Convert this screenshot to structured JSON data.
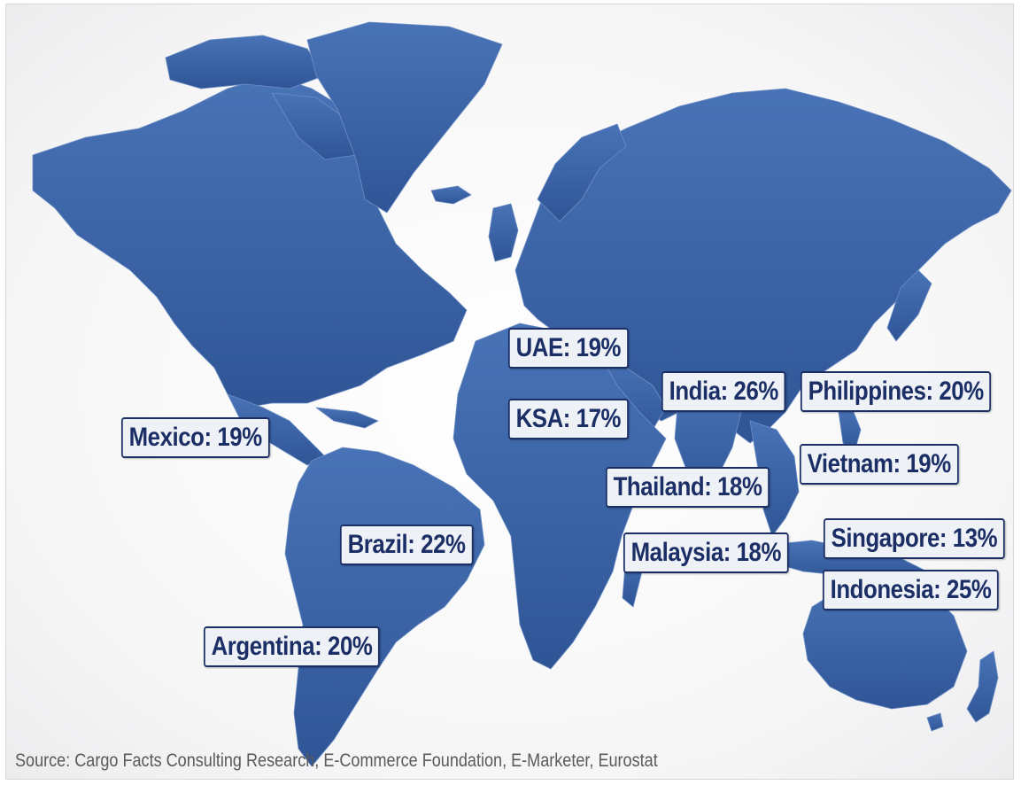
{
  "map": {
    "labels": [
      {
        "id": "uae",
        "text": "UAE: 19%",
        "country": "UAE",
        "value": 19
      },
      {
        "id": "ksa",
        "text": "KSA: 17%",
        "country": "KSA",
        "value": 17
      },
      {
        "id": "india",
        "text": "India: 26%",
        "country": "India",
        "value": 26
      },
      {
        "id": "philippines",
        "text": "Philippines: 20%",
        "country": "Philippines",
        "value": 20
      },
      {
        "id": "mexico",
        "text": "Mexico: 19%",
        "country": "Mexico",
        "value": 19
      },
      {
        "id": "vietnam",
        "text": "Vietnam: 19%",
        "country": "Vietnam",
        "value": 19
      },
      {
        "id": "thailand",
        "text": "Thailand: 18%",
        "country": "Thailand",
        "value": 18
      },
      {
        "id": "brazil",
        "text": "Brazil: 22%",
        "country": "Brazil",
        "value": 22
      },
      {
        "id": "malaysia",
        "text": "Malaysia: 18%",
        "country": "Malaysia",
        "value": 18
      },
      {
        "id": "singapore",
        "text": "Singapore: 13%",
        "country": "Singapore",
        "value": 13
      },
      {
        "id": "indonesia",
        "text": "Indonesia: 25%",
        "country": "Indonesia",
        "value": 25
      },
      {
        "id": "argentina",
        "text": "Argentina: 20%",
        "country": "Argentina",
        "value": 20
      }
    ],
    "source": "Source: Cargo Facts Consulting Research, E-Commerce Foundation, E-Marketer, Eurostat",
    "colors": {
      "land": "#3f69ad",
      "land_dark": "#2f5596",
      "label_border": "#1b2f66",
      "label_text": "#1b2f66",
      "label_fill": "#eef1f6"
    }
  }
}
